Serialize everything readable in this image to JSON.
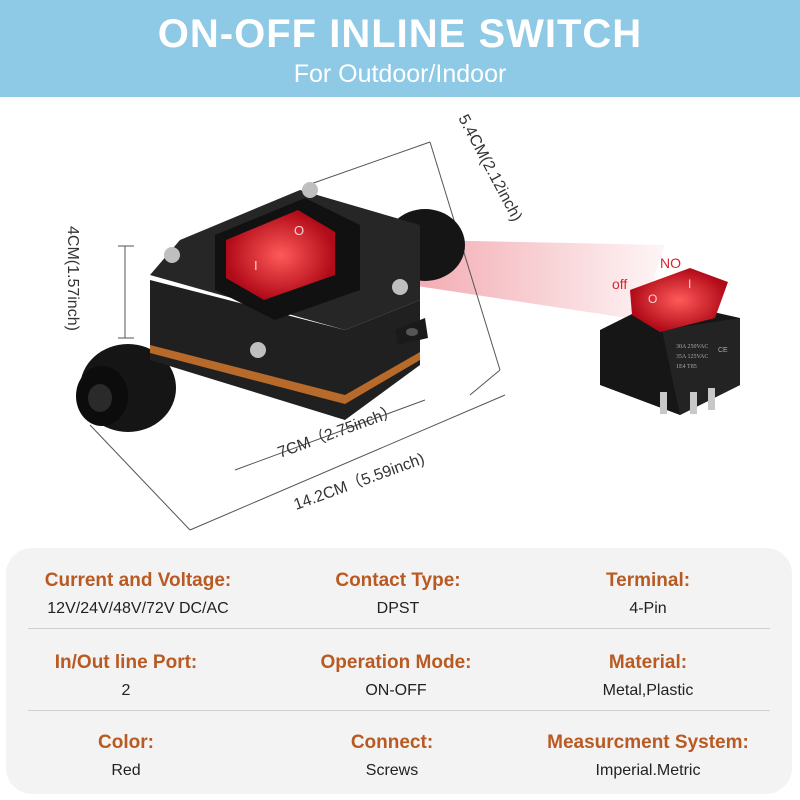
{
  "header": {
    "title": "ON-OFF INLINE SWITCH",
    "subtitle": "For Outdoor/Indoor"
  },
  "dimensions": {
    "height": "4CM(1.57inch)",
    "width": "5.4CM(2.12inch)",
    "body_length": "7CM（2.75inch）",
    "total_length": "14.2CM（5.59inch)"
  },
  "switch_labels": {
    "off": "off",
    "on": "NO",
    "symbol_off": "O",
    "symbol_on": "I"
  },
  "switch_markings": [
    "30A 250VAC",
    "35A 125VAC",
    "1E4 T85",
    "CE"
  ],
  "specs": [
    {
      "label": "Current and Voltage:",
      "value": "12V/24V/48V/72V  DC/AC"
    },
    {
      "label": "Contact Type:",
      "value": "DPST"
    },
    {
      "label": "Terminal:",
      "value": "4-Pin"
    },
    {
      "label": "In/Out line Port:",
      "value": "2"
    },
    {
      "label": "Operation Mode:",
      "value": "ON-OFF"
    },
    {
      "label": "Material:",
      "value": "Metal,Plastic"
    },
    {
      "label": "Color:",
      "value": "Red"
    },
    {
      "label": "Connect:",
      "value": "Screws"
    },
    {
      "label": "Measurcment System:",
      "value": "Imperial.Metric"
    }
  ],
  "colors": {
    "banner": "#8ec9e6",
    "spec_label": "#b85a22",
    "housing": "#1c1c1c",
    "rocker": "#d3172a",
    "seal_stripe": "#b86a2a"
  }
}
